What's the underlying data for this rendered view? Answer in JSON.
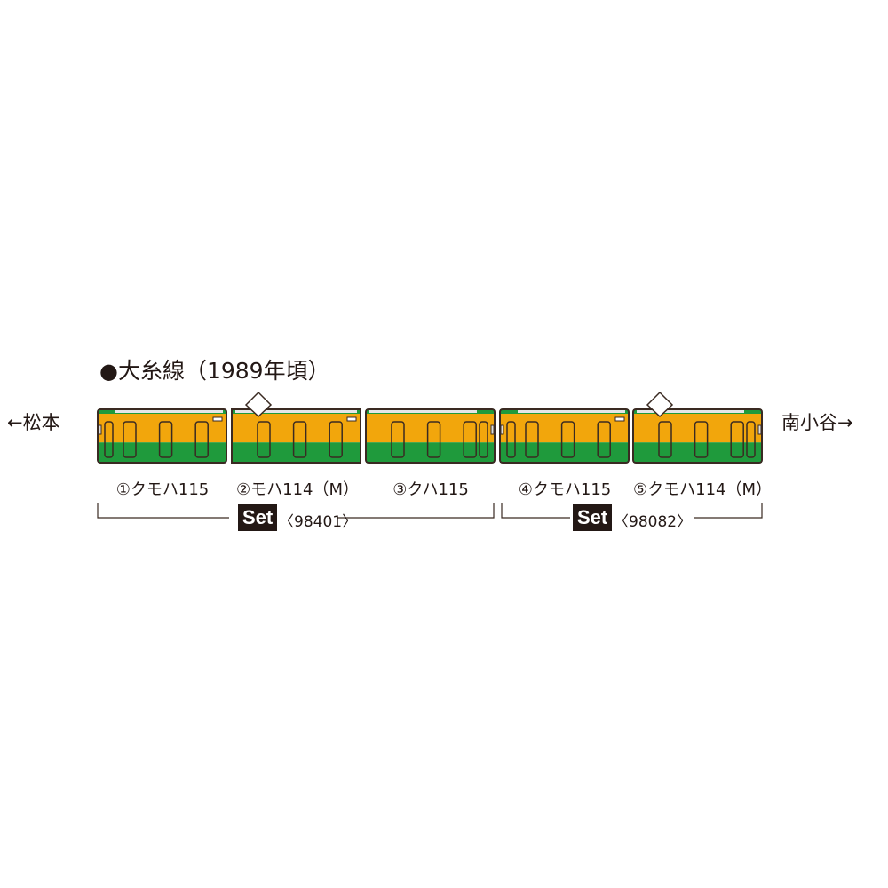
{
  "title": {
    "bullet": "●",
    "text": "大糸線（1989年頃）"
  },
  "direction_left": "←松本",
  "direction_right": "南小谷→",
  "cars": [
    {
      "label": "①クモハ115",
      "pantograph": false,
      "cab": "left"
    },
    {
      "label": "②モハ114（M）",
      "pantograph": true,
      "cab": "none"
    },
    {
      "label": "③クハ115",
      "pantograph": false,
      "cab": "right"
    },
    {
      "label": "④クモハ115",
      "pantograph": false,
      "cab": "left"
    },
    {
      "label": "⑤クモハ114（M）",
      "pantograph": true,
      "cab": "right"
    }
  ],
  "sets": [
    {
      "badge": "Set",
      "number": "〈98401〉"
    },
    {
      "badge": "Set",
      "number": "〈98082〉"
    }
  ],
  "colors": {
    "orange": "#f2a60c",
    "green": "#1f9a3c",
    "outline": "#3a2a22",
    "roof": "#e6e6e6"
  }
}
